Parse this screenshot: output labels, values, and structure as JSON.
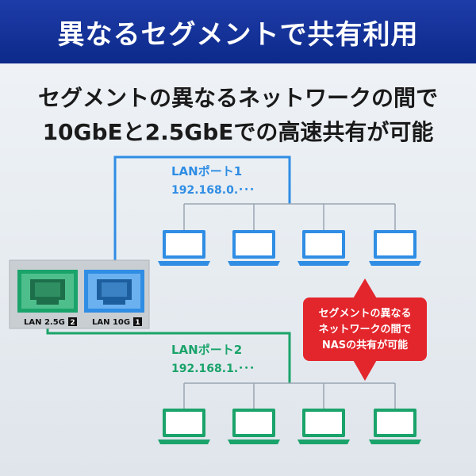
{
  "banner_title": "異なるセグメントで共有利用",
  "headline_line1": "セグメントの異なるネットワークの間で",
  "headline_line2": "10GbEと2.5GbEでの高速共有が可能",
  "port1": {
    "name": "LANポート1",
    "ip": "192.168.0.･･･"
  },
  "port2": {
    "name": "LANポート2",
    "ip": "192.168.1.･･･"
  },
  "nas_ports": {
    "left_label": "LAN 2.5G",
    "left_num": "2",
    "right_label": "LAN 10G",
    "right_num": "1"
  },
  "callout": {
    "line1": "セグメントの異なる",
    "line2": "ネットワークの間で",
    "line3": "NASの共有が可能"
  },
  "colors": {
    "blue": "#2f8de4",
    "green": "#1aa36a",
    "red": "#e3262c",
    "navy": "#0c2a8a"
  }
}
